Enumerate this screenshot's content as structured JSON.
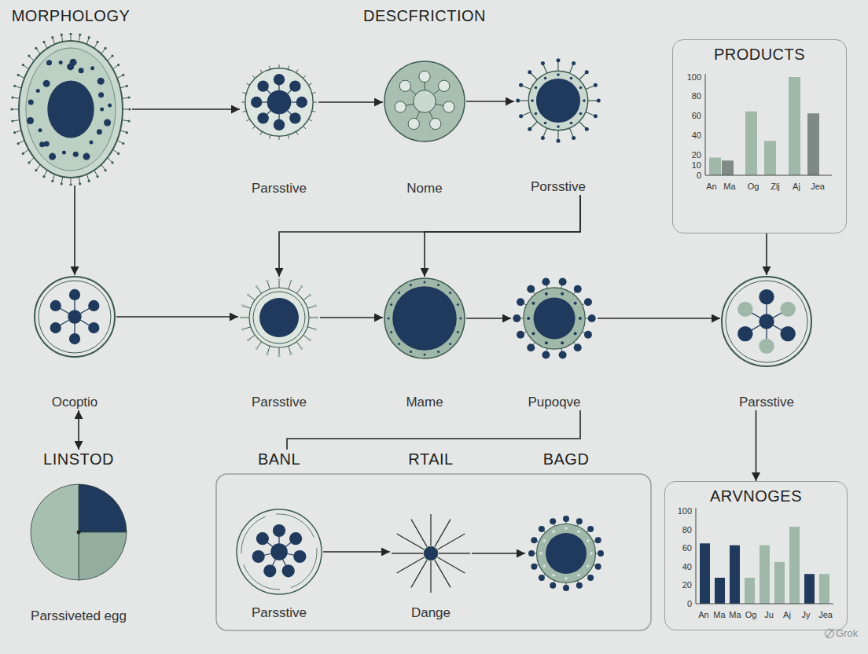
{
  "diagram": {
    "nodes": [
      {
        "text": [
          "MORPHOLOGY"
        ]
      },
      {
        "text": [
          "Parsstive"
        ]
      },
      {
        "text": [
          "Nome"
        ]
      },
      {
        "text": [
          "Porsstive"
        ]
      },
      {
        "text": [
          "PRODUCTS"
        ]
      },
      {
        "text": [
          "Ocoptio"
        ]
      },
      {
        "text": [
          "Parsstive"
        ]
      },
      {
        "text": [
          "Mame"
        ]
      },
      {
        "text": [
          "Pupoqve"
        ]
      },
      {
        "text": [
          "Parsstive"
        ]
      },
      {
        "text": [
          "LINSTOD",
          "Parssiveted egg"
        ]
      },
      {
        "text": [
          "BANL",
          "Parsstive"
        ]
      },
      {
        "text": [
          "RTAIL",
          "Dange"
        ]
      },
      {
        "text": [
          "BAGD"
        ]
      },
      {
        "text": [
          "ARVNOGES"
        ]
      }
    ],
    "edges": [
      {
        "from": 0,
        "to": 1,
        "arrow": "to"
      },
      {
        "from": 1,
        "to": 2,
        "arrow": "to"
      },
      {
        "from": 2,
        "to": 3,
        "arrow": "to"
      },
      {
        "from": 3,
        "to": 6,
        "arrow": "to"
      },
      {
        "from": 3,
        "to": 7,
        "arrow": "to"
      },
      {
        "from": 4,
        "to": 9,
        "arrow": "to"
      },
      {
        "from": 0,
        "to": 5,
        "arrow": "to"
      },
      {
        "from": 5,
        "to": 6,
        "arrow": "to"
      },
      {
        "from": 6,
        "to": 7,
        "arrow": "to"
      },
      {
        "from": 7,
        "to": 8,
        "arrow": "to"
      },
      {
        "from": 8,
        "to": 9,
        "arrow": "to"
      },
      {
        "from": 9,
        "to": 14,
        "arrow": "to"
      },
      {
        "from": 5,
        "to": 10,
        "arrow": "both"
      },
      {
        "from": 8,
        "to": 11,
        "arrow": "none"
      },
      {
        "from": 11,
        "to": 12,
        "arrow": "to"
      },
      {
        "from": 12,
        "to": 13,
        "arrow": "to"
      }
    ],
    "labels": [
      "DESCFRICTION",
      "100",
      "80",
      "60",
      "40",
      "20",
      "10",
      "0",
      "An",
      "Ma",
      "Og",
      "Zlj",
      "Aj",
      "Jea",
      "100",
      "80",
      "60",
      "40",
      "20",
      "0",
      "An",
      "Ma",
      "Ma",
      "Og",
      "Ju",
      "Aj",
      "Jy",
      "Jea",
      "Grok"
    ]
  }
}
